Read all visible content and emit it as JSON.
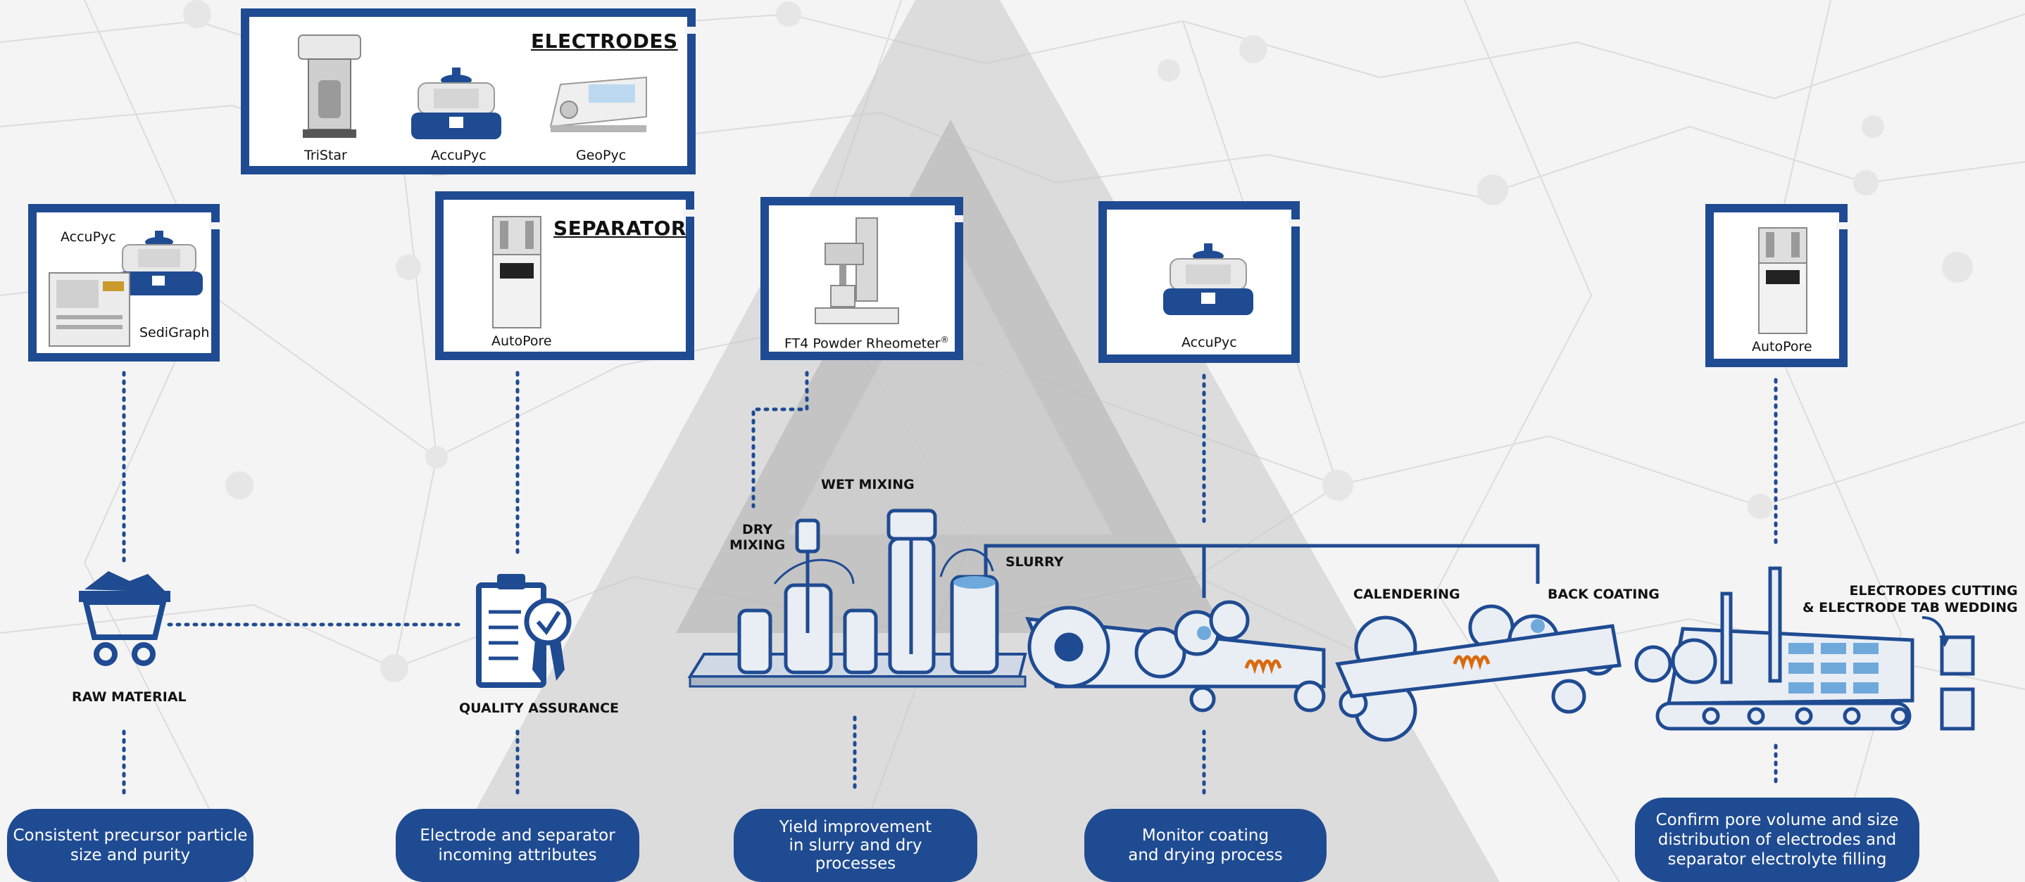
{
  "frames": {
    "electrodes": {
      "title": "ELECTRODES",
      "instruments": [
        "TriStar",
        "AccuPyc",
        "GeoPyc"
      ]
    },
    "raw": {
      "instruments": [
        "AccuPyc",
        "SediGraph"
      ]
    },
    "separator": {
      "title": "SEPARATOR",
      "instruments": [
        "AutoPore"
      ]
    },
    "ft4": {
      "label": "FT4 Powder Rheometer",
      "mark": "®"
    },
    "coating": {
      "instruments": [
        "AccuPyc"
      ]
    },
    "cutting": {
      "instruments": [
        "AutoPore"
      ]
    }
  },
  "steps": {
    "raw_material": "RAW MATERIAL",
    "quality_assurance": "QUALITY ASSURANCE",
    "dry_mixing": "DRY\nMIXING",
    "wet_mixing": "WET MIXING",
    "slurry": "SLURRY",
    "calendering": "CALENDERING",
    "back_coating": "BACK COATING",
    "cutting": "ELECTRODES CUTTING\n& ELECTRODE TAB WEDDING"
  },
  "benefits": [
    "Consistent precursor particle\nsize and purity",
    "Electrode and separator\nincoming attributes",
    "Yield improvement\nin slurry and dry\nprocesses",
    "Monitor coating\nand drying process",
    "Confirm pore volume and size\ndistribution of electrodes and\nseparator electrolyte filling"
  ],
  "colors": {
    "brand_blue": "#1f4b92",
    "light_blue": "#6fa9dc",
    "orange": "#d96a0f",
    "grey_triangle": "#bdbdbd",
    "background": "#f4f4f4"
  }
}
